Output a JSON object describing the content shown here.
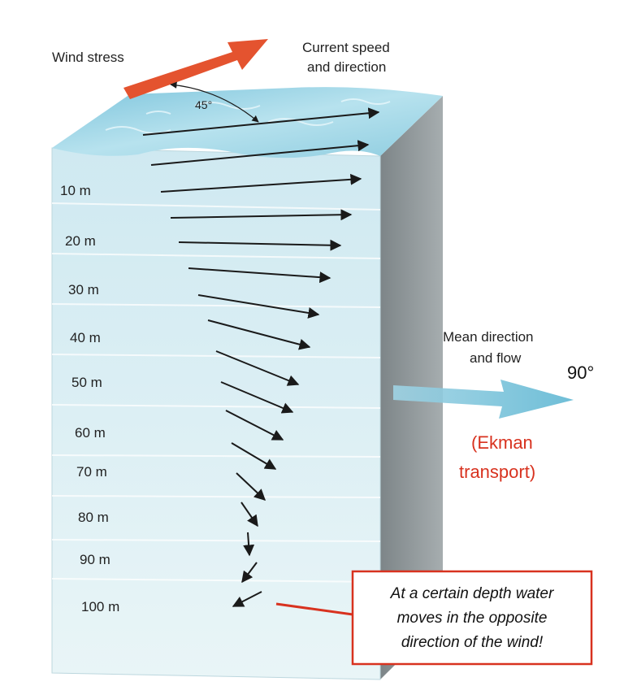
{
  "labels": {
    "wind_stress": "Wind stress",
    "current_line1": "Current speed",
    "current_line2": "and direction",
    "angle_45": "45°",
    "mean_line1": "Mean direction",
    "mean_line2": "and flow",
    "angle_90": "90°",
    "ekman_line1": "(Ekman",
    "ekman_line2": "transport)",
    "note_line1": "At a certain depth water",
    "note_line2": "moves in the opposite",
    "note_line3": "direction of the wind!"
  },
  "depths": [
    "10 m",
    "20 m",
    "30 m",
    "40 m",
    "50 m",
    "60 m",
    "70 m",
    "80 m",
    "90 m",
    "100 m"
  ],
  "colors": {
    "wind_arrow": "#e4532f",
    "mean_flow_arrow": "#7cc6dc",
    "water_surface": "#9fd4e6",
    "front_face": "#dff0f4",
    "side_face": "#8e9699",
    "note_border": "#d8321f",
    "ekman_text": "#d8321f"
  }
}
